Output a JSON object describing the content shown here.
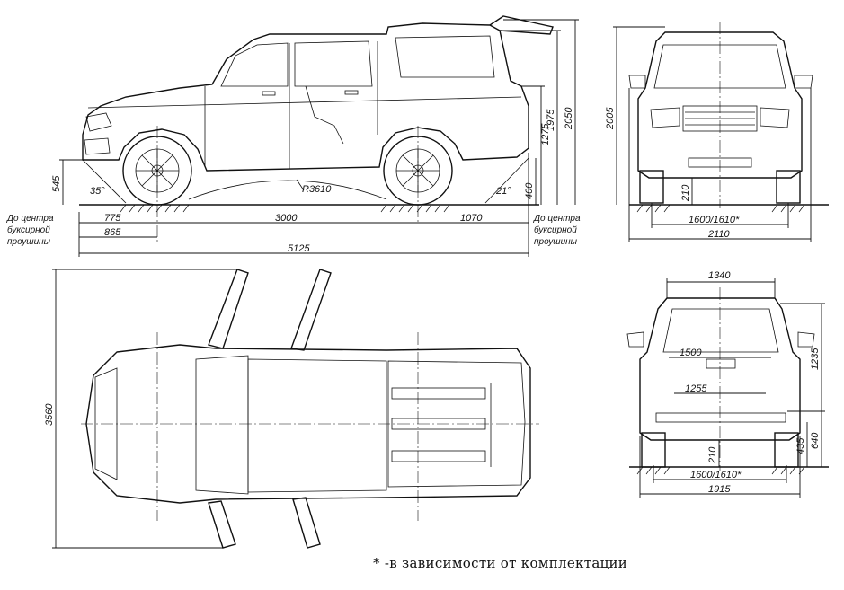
{
  "side_view": {
    "dims": {
      "overall_length": "5125",
      "wheelbase": "3000",
      "front_overhang": "775",
      "rear_overhang": "1070",
      "front_tow_offset": "865",
      "height_with_hardtop": "2050",
      "height_roof": "1975",
      "loading_height": "1275",
      "rear_bumper_height": "400",
      "front_bumper_height": "545",
      "turning_radius": "R3610",
      "approach_angle": "35°",
      "departure_angle": "21°"
    },
    "tow_label_left": [
      "До центра",
      "буксирной",
      "проушины"
    ],
    "tow_label_right": [
      "До центра",
      "буксирной",
      "проушины"
    ]
  },
  "front_view": {
    "dims": {
      "height": "2005",
      "ground_clearance": "210",
      "track": "1600/1610*",
      "width": "2110"
    }
  },
  "rear_view": {
    "dims": {
      "top_width": "1340",
      "cargo_height": "1235",
      "cargo_width_upper": "1500",
      "cargo_width_lower": "1255",
      "sill_height": "640",
      "hitch_height": "435",
      "ground_clearance": "210",
      "track": "1600/1610*",
      "width": "1915"
    }
  },
  "top_view": {
    "dims": {
      "width_doors_open": "3560"
    }
  },
  "footnote": "* -в зависимости от комплектации"
}
